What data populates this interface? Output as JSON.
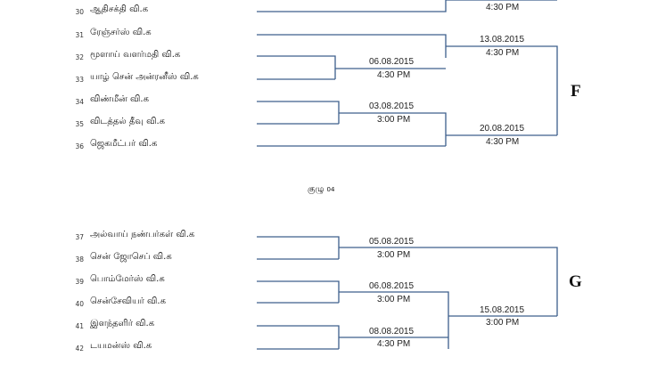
{
  "teams": [
    {
      "num": "30",
      "name": "ஆதிசக்தி வி.க"
    },
    {
      "num": "31",
      "name": "ரேஞ்சர்ஸ் வி.க"
    },
    {
      "num": "32",
      "name": "மூளாய் வளர்மதி வி.க"
    },
    {
      "num": "33",
      "name": "யாழ் சென் அன்ரனீஸ் வி.க"
    },
    {
      "num": "34",
      "name": "விண்மீன் வி.க"
    },
    {
      "num": "35",
      "name": "விடத்தல் தீவு வி.க"
    },
    {
      "num": "36",
      "name": "ஜெகமீட்பர் வி.க"
    },
    {
      "num": "37",
      "name": "அல்வாய் நண்பர்கள் வி.க"
    },
    {
      "num": "38",
      "name": "சென் ஜோசெப் வி.க"
    },
    {
      "num": "39",
      "name": "பொம்மேர்ஸ் வி.க"
    },
    {
      "num": "40",
      "name": "சென்சேவியர் வி.க"
    },
    {
      "num": "41",
      "name": "இளந்தளிர் வி.க"
    },
    {
      "num": "42",
      "name": "டயமன்ஸ் வி.க"
    }
  ],
  "matches": [
    {
      "date": "",
      "time": "4:30 PM"
    },
    {
      "date": "13.08.2015",
      "time": "4:30 PM"
    },
    {
      "date": "06.08.2015",
      "time": "4:30 PM"
    },
    {
      "date": "03.08.2015",
      "time": "3:00 PM"
    },
    {
      "date": "20.08.2015",
      "time": "4:30 PM"
    },
    {
      "date": "05.08.2015",
      "time": "3:00 PM"
    },
    {
      "date": "06.08.2015",
      "time": "3:00 PM"
    },
    {
      "date": "15.08.2015",
      "time": "3:00 PM"
    },
    {
      "date": "08.08.2015",
      "time": "4:30 PM"
    }
  ],
  "group_letters": [
    "F",
    "G"
  ],
  "group_title": {
    "label": "குழு",
    "number": "04"
  },
  "colors": {
    "bracket_line": "#3d5f8c"
  }
}
